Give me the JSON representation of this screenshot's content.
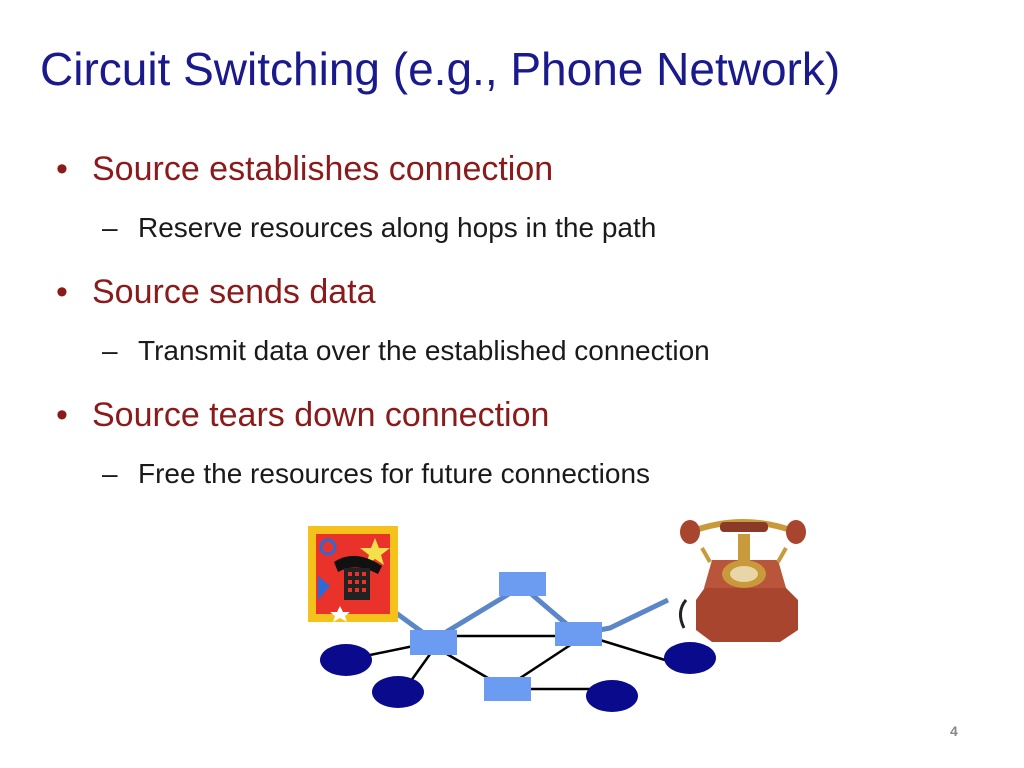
{
  "slide": {
    "title": "Circuit Switching (e.g., Phone Network)",
    "slide_number": "4"
  },
  "bullets": [
    {
      "text": "Source establishes connection",
      "sub": "Reserve resources along hops in the path"
    },
    {
      "text": "Source sends data",
      "sub": "Transmit data over the established connection"
    },
    {
      "text": "Source tears down connection",
      "sub": "Free the resources for future connections"
    }
  ],
  "diagram": {
    "colors": {
      "switch": "#6c9cf2",
      "host": "#0a0a8c",
      "link": "#000000",
      "circuit": "#5b86c8",
      "stamp_bg": "#e8322a",
      "stamp_frame": "#f4c21a",
      "phone_wood": "#a8452e",
      "phone_brass": "#c89a3c"
    },
    "icons": [
      "stamp-phone-icon",
      "antique-phone-icon"
    ]
  }
}
